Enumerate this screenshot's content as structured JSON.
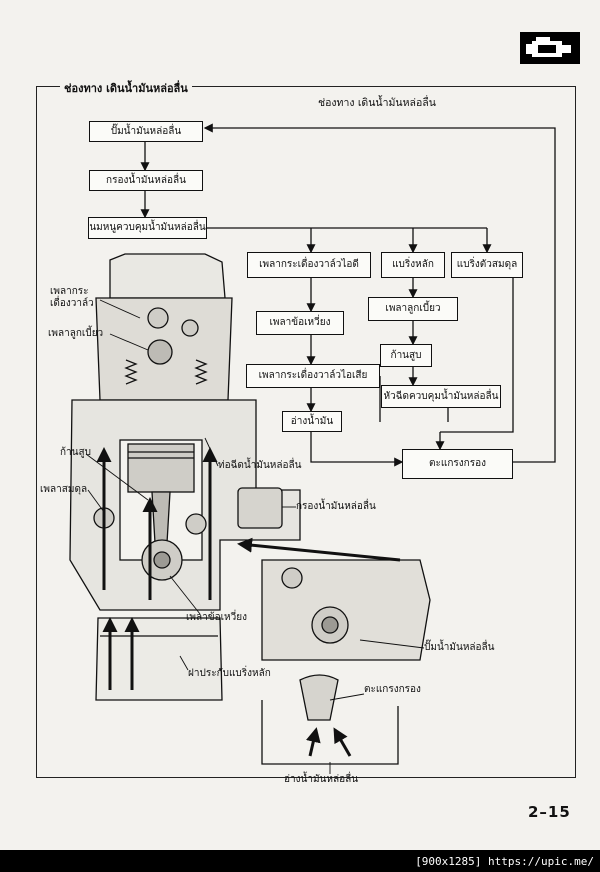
{
  "section_title": "ช่องทาง เดินน้ำมันหล่อลื่น",
  "diagram_title": "ช่องทาง เดินน้ำมันหล่อลื่น",
  "page_number": "2–15",
  "watermark": "[900x1285] https://upic.me/",
  "flow_boxes": {
    "oil_pump": "ปั๊มน้ำมันหล่อลื่น",
    "oil_filter": "กรองน้ำมันหล่อลื่น",
    "pressure_regulator": "นมหนูควบคุมน้ำมันหล่อลื่น",
    "intake_camshaft": "เพลากระเดื่องวาล์วไอดี",
    "crankshaft": "แบริ่งหลัก",
    "balancer": "แบริ่งตัวสมดุล",
    "crankpin": "เพลาข้อเหวี่ยง",
    "connecting_rod_journal": "เพลาลูกเบี้ยว",
    "exhaust_camshaft": "เพลากระเดื่องวาล์วไอเสีย",
    "connecting_rod": "ก้านสูบ",
    "oil_jet": "หัวฉีดควบคุมน้ำมันหล่อลื่น",
    "oil_pan": "อ่างน้ำมัน",
    "strainer": "ตะแกรงกรอง"
  },
  "callouts": {
    "rocker_shaft": "เพลากระ\nเดื่องวาล์ว",
    "camshaft": "เพลาลูกเบี้ยว",
    "con_rod": "ก้านสูบ",
    "balance_shaft": "เพลาสมดุล",
    "oil_jet_nozzle": "ท่อฉีดน้ำมันหล่อลื่น",
    "oil_filter_part": "กรองน้ำมันหล่อลื่น",
    "crankshaft_part": "เพลาข้อเหวี่ยง",
    "bearing_cap": "ฝาประกับแบริ่งหลัก",
    "oil_pump_part": "ปั๊มน้ำมันหล่อลื่น",
    "strainer_part": "ตะแกรงกรอง",
    "oil_pan_part": "อ่างน้ำมันหล่อลื่น"
  },
  "icons": [
    "engine-icon"
  ]
}
